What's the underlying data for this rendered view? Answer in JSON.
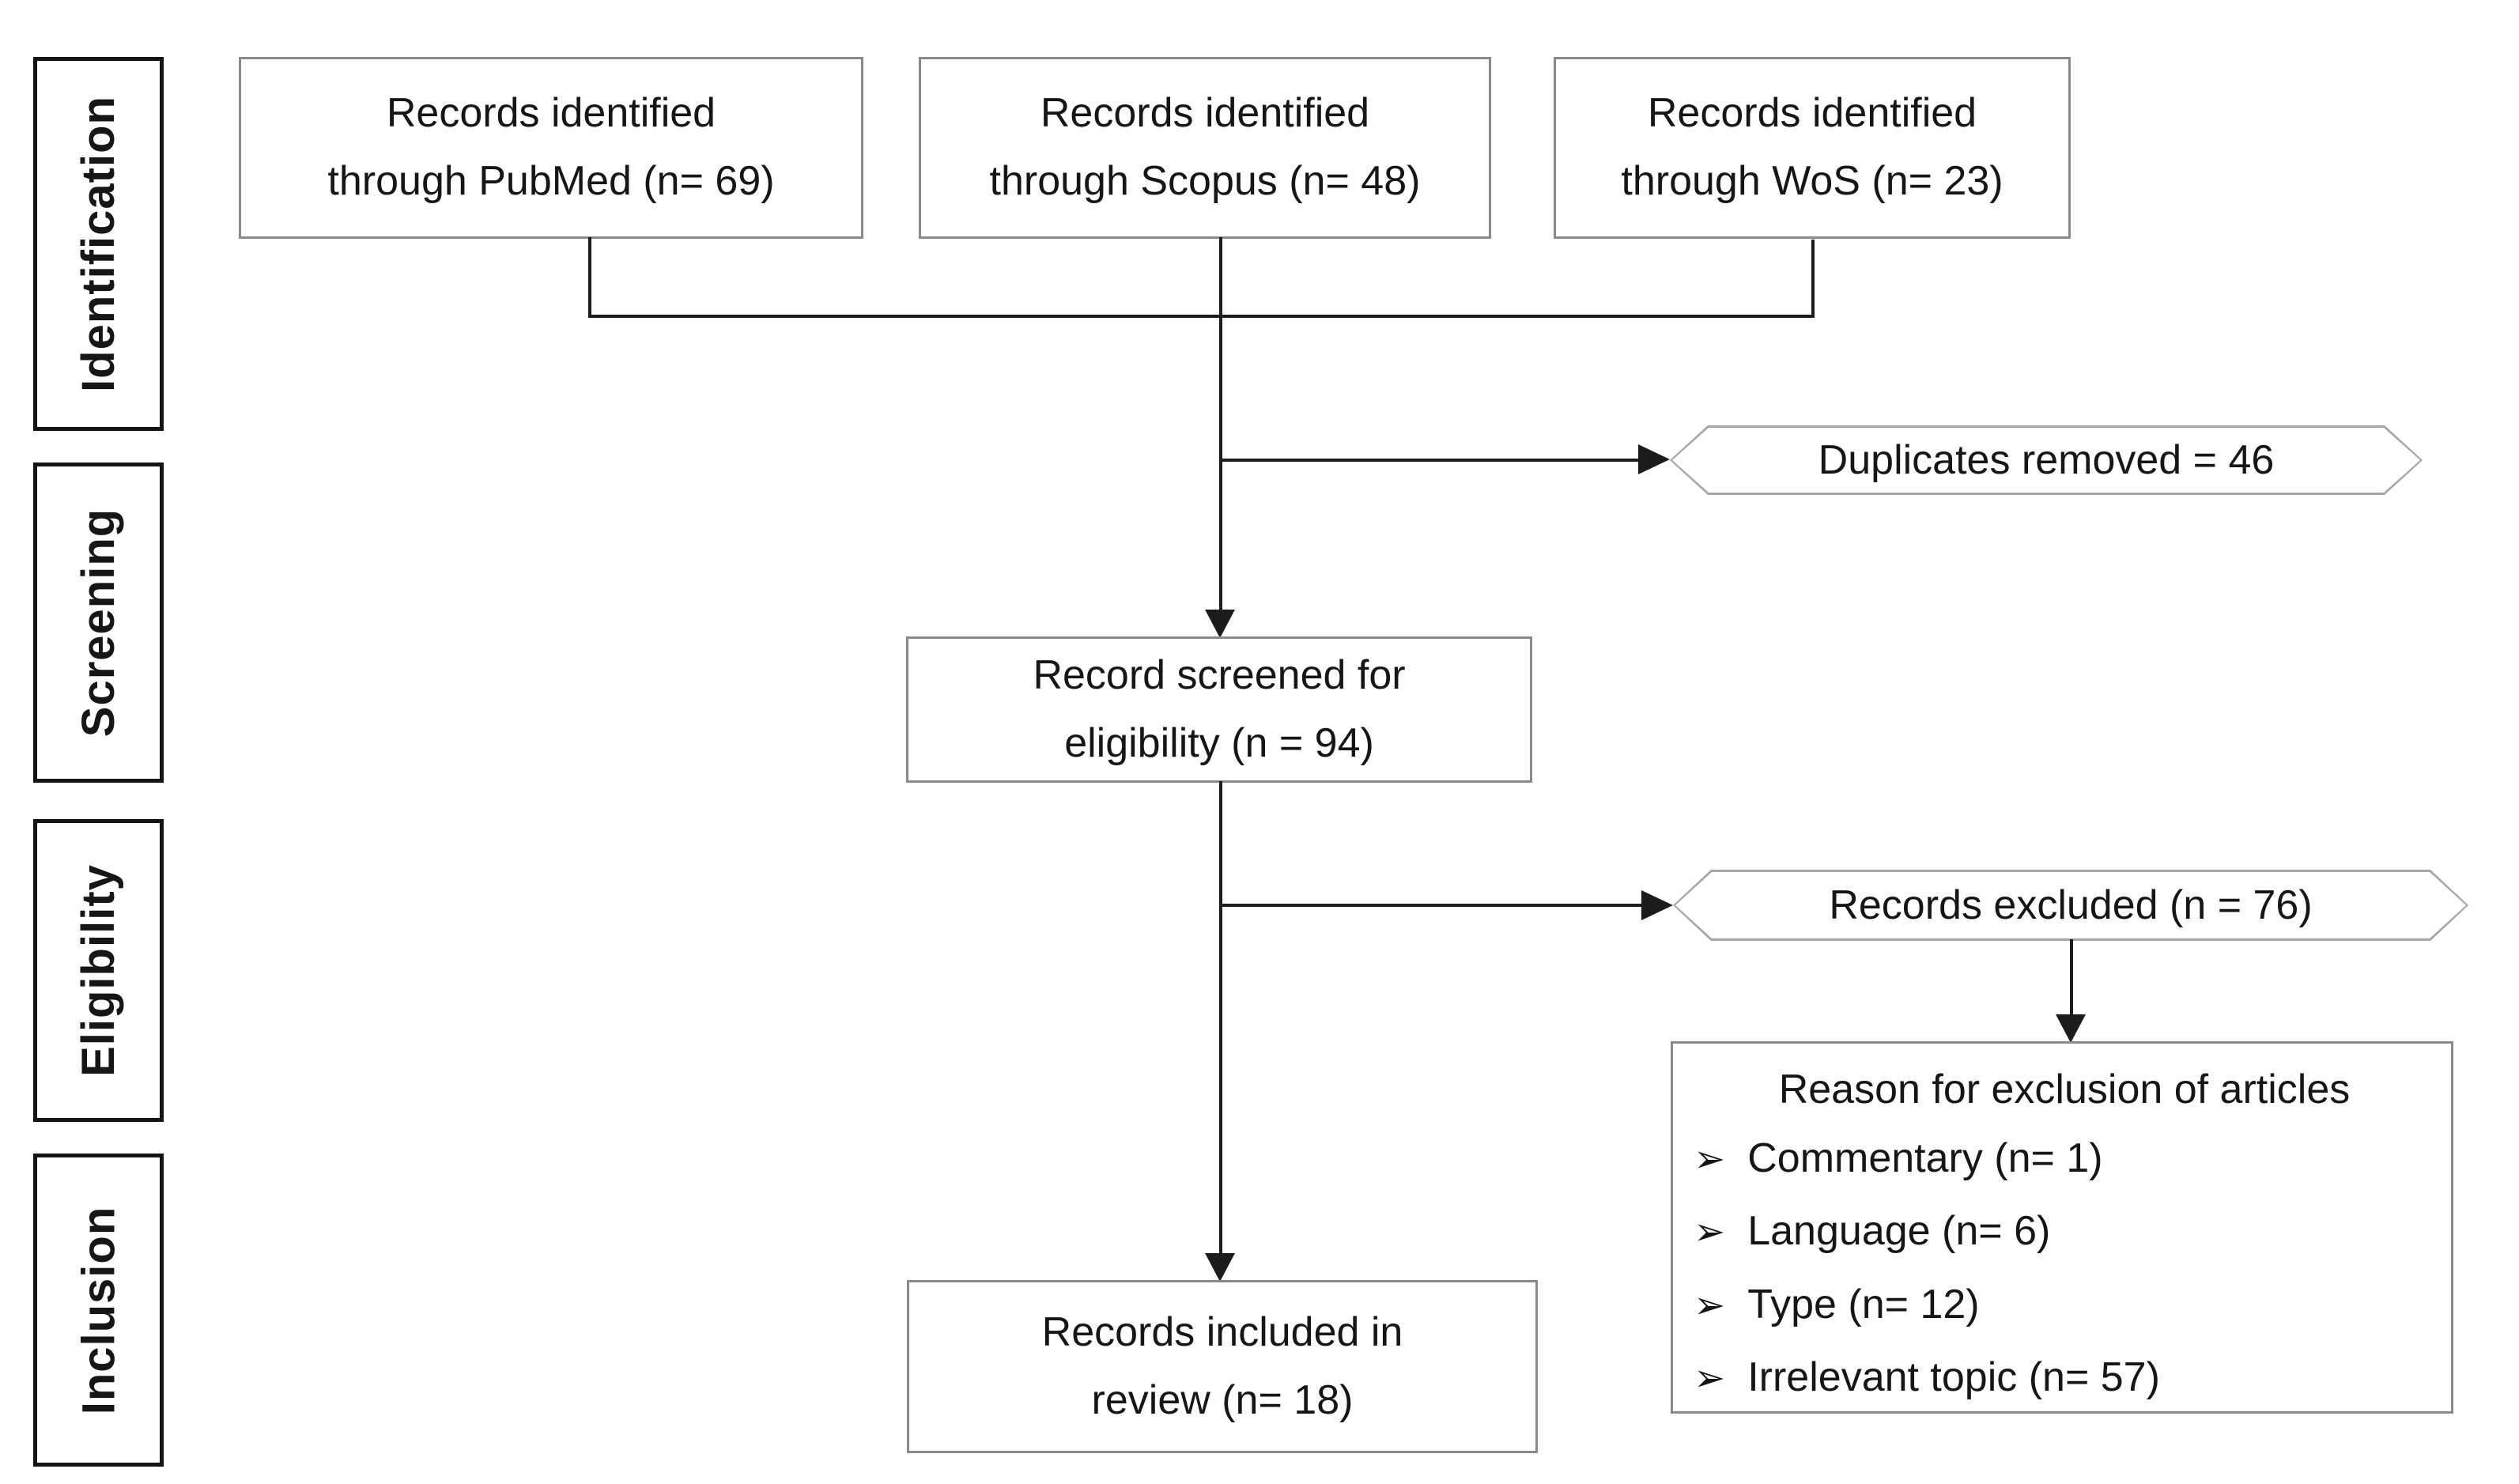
{
  "stages": [
    {
      "label": "Identification"
    },
    {
      "label": "Screening"
    },
    {
      "label": "Eligibility"
    },
    {
      "label": "Inclusion"
    }
  ],
  "sources": [
    {
      "line1": "Records identified",
      "line2": "through PubMed (n= 69)"
    },
    {
      "line1": "Records identified",
      "line2": "through Scopus (n= 48)"
    },
    {
      "line1": "Records identified",
      "line2": "through WoS (n= 23)"
    }
  ],
  "duplicates": {
    "label": "Duplicates removed = 46"
  },
  "screened": {
    "line1": "Record screened for",
    "line2": "eligibility (n = 94)"
  },
  "excluded": {
    "label": "Records excluded (n = 76)"
  },
  "reasons": {
    "title": "Reason for exclusion of articles",
    "bullet_icon": "➢",
    "items": [
      {
        "label": "Commentary (n= 1)"
      },
      {
        "label": "Language (n= 6)"
      },
      {
        "label": "Type (n= 12)"
      },
      {
        "label": "Irrelevant topic (n= 57)"
      }
    ]
  },
  "included": {
    "line1": "Records included in",
    "line2": "review (n= 18)"
  },
  "colors": {
    "text": "#161616",
    "line": "#1c1c1c",
    "box_border": "#8a8a8a",
    "hex_border": "#a6a6a6",
    "stage_border": "#141414",
    "background": "#ffffff"
  }
}
